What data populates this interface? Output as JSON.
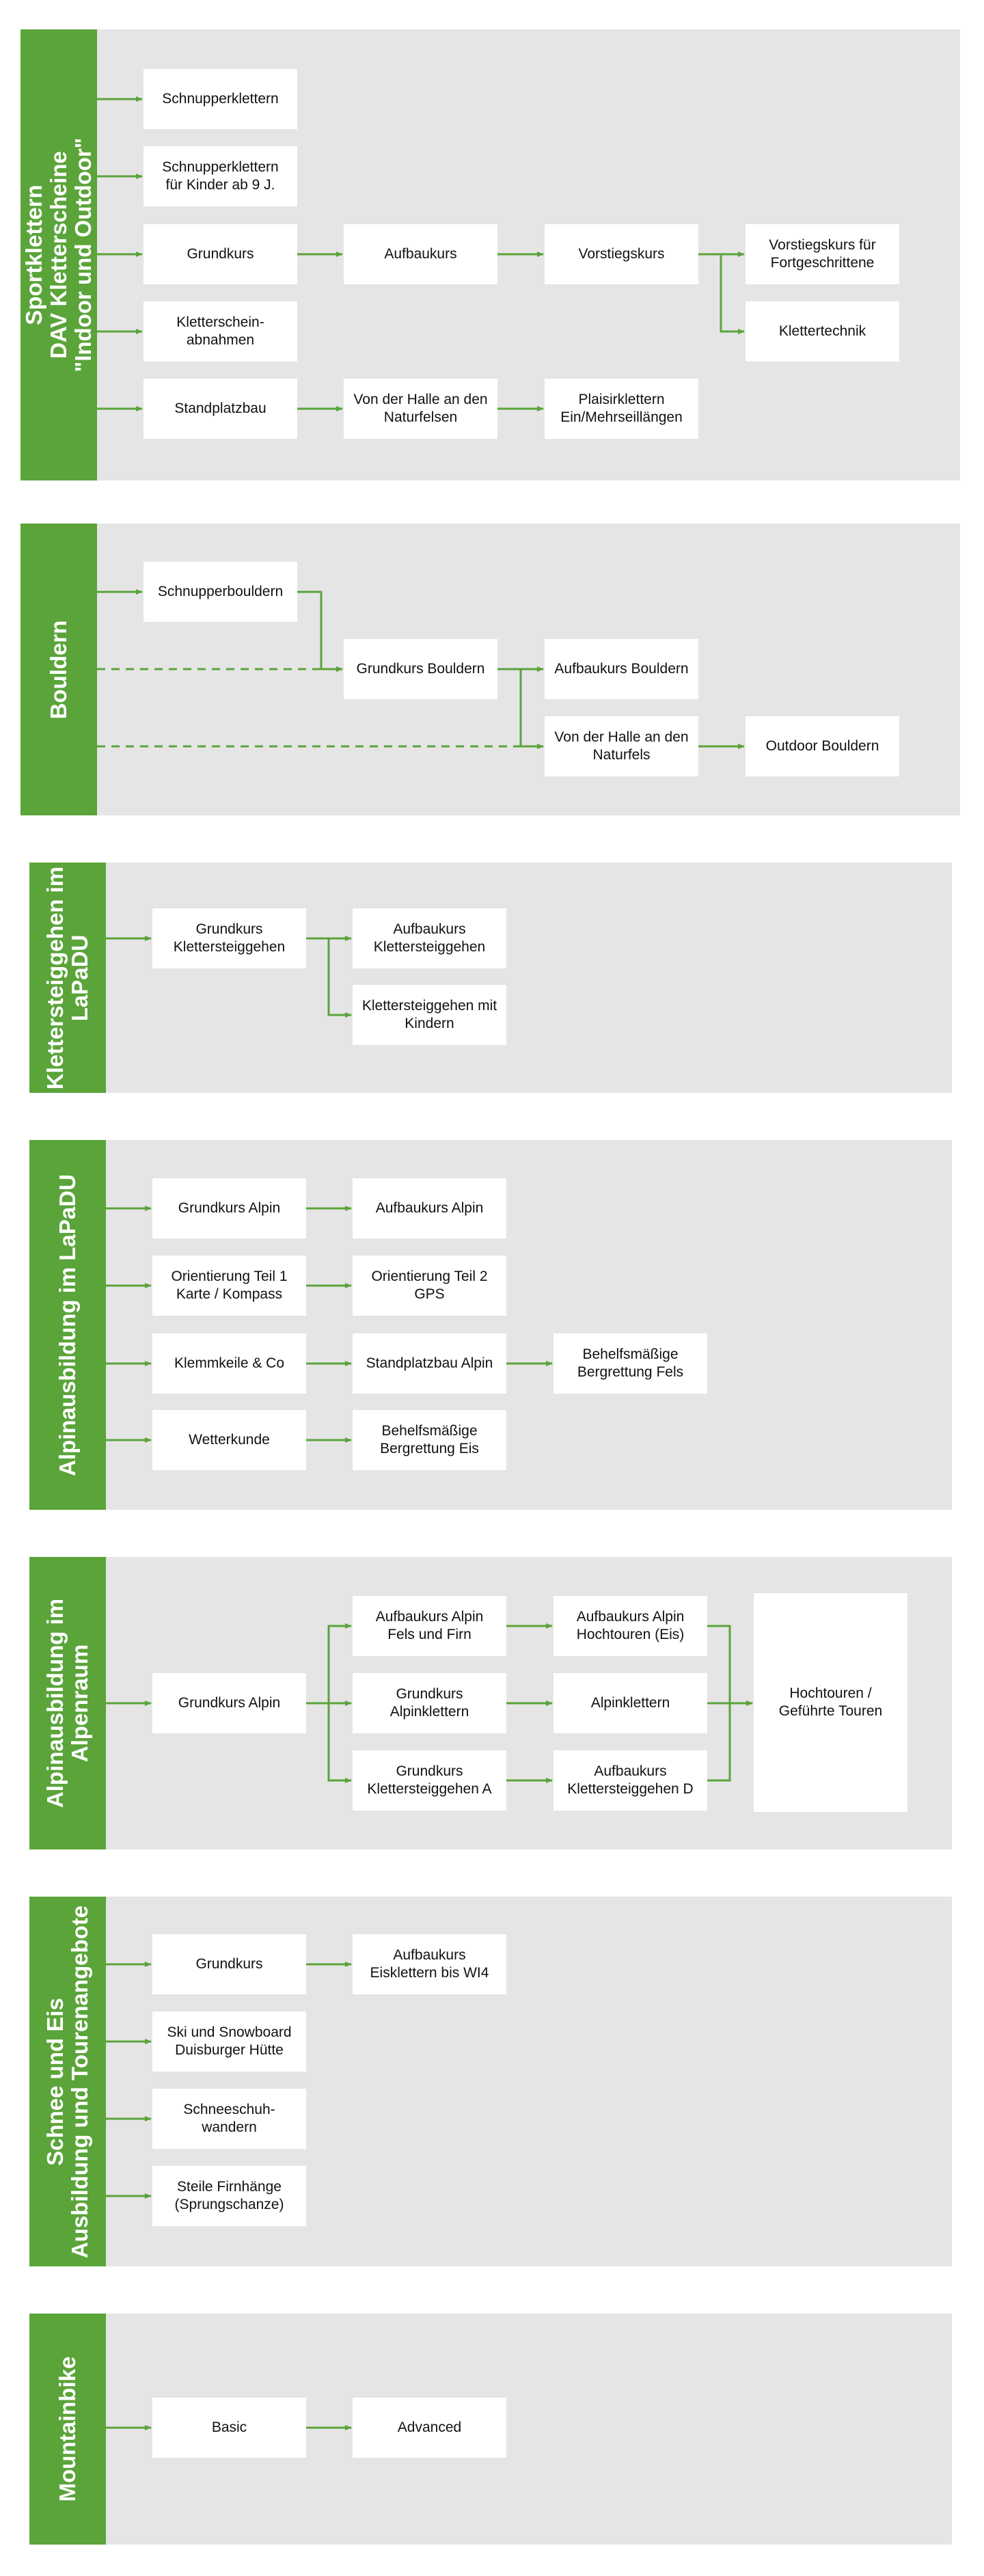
{
  "accent_color": "#5aa43a",
  "panel_color": "#e5e5e5",
  "sections": {
    "sport": {
      "label": "Sportklettern\nDAV Kletterscheine\n\"Indoor und Outdoor\"",
      "boxes": {
        "schnupper": "Schnupperklettern",
        "kinder": "Schnupperklettern\nfür Kinder ab 9 J.",
        "grundkurs": "Grundkurs",
        "aufbau": "Aufbaukurs",
        "vorstieg": "Vorstiegskurs",
        "vorstieg_fort": "Vorstiegskurs für\nFortgeschrittene",
        "klettertechnik": "Klettertechnik",
        "scheine": "Kletterschein-\nabnahmen",
        "standplatz": "Standplatzbau",
        "halle_fels": "Von der Halle an den\nNaturfelsen",
        "plaisir": "Plaisirklettern\nEin/Mehrseillängen"
      }
    },
    "bouldern": {
      "label": "Bouldern",
      "boxes": {
        "schnupper": "Schnupperbouldern",
        "grundkurs": "Grundkurs Bouldern",
        "aufbau": "Aufbaukurs Bouldern",
        "halle": "Von der Halle an den\nNaturfels",
        "outdoor": "Outdoor Bouldern"
      }
    },
    "klettersteig": {
      "label": "Klettersteiggehen im\nLaPaDU",
      "boxes": {
        "grundkurs": "Grundkurs\nKlettersteiggehen",
        "aufbau": "Aufbaukurs\nKlettersteiggehen",
        "kinder": "Klettersteiggehen mit\nKindern"
      }
    },
    "alpin_lapadu": {
      "label": "Alpinausbildung im LaPaDU",
      "boxes": {
        "grundkurs": "Grundkurs Alpin",
        "aufbau": "Aufbaukurs Alpin",
        "orient1": "Orientierung Teil 1\nKarte / Kompass",
        "orient2": "Orientierung Teil 2\nGPS",
        "klemmkeile": "Klemmkeile & Co",
        "standplatz": "Standplatzbau Alpin",
        "bergrettung_fels": "Behelfsmäßige\nBergrettung Fels",
        "wetter": "Wetterkunde",
        "bergrettung_eis": "Behelfsmäßige\nBergrettung Eis"
      }
    },
    "alpin_alpen": {
      "label": "Alpinausbildung im\nAlpenraum",
      "boxes": {
        "grundkurs": "Grundkurs Alpin",
        "aufbau_fels": "Aufbaukurs Alpin\nFels und Firn",
        "grund_alpinklettern": "Grundkurs\nAlpinklettern",
        "grund_klettersteig": "Grundkurs\nKlettersteiggehen A",
        "aufbau_hochtouren": "Aufbaukurs Alpin\nHochtouren (Eis)",
        "alpinklettern": "Alpinklettern",
        "aufbau_klettersteig": "Aufbaukurs\nKlettersteiggehen D",
        "hochtouren": "Hochtouren /\nGeführte Touren"
      }
    },
    "schnee": {
      "label": "Schnee und Eis\nAusbildung und Tourenangebote",
      "boxes": {
        "grundkurs": "Grundkurs",
        "eisklettern": "Aufbaukurs\nEisklettern bis WI4",
        "ski": "Ski und Snowboard\nDuisburger Hütte",
        "schneeschuh": "Schneeschuh-\nwandern",
        "firn": "Steile Firnhänge\n(Sprungschanze)"
      }
    },
    "mtb": {
      "label": "Mountainbike",
      "boxes": {
        "basic": "Basic",
        "advanced": "Advanced"
      }
    }
  }
}
